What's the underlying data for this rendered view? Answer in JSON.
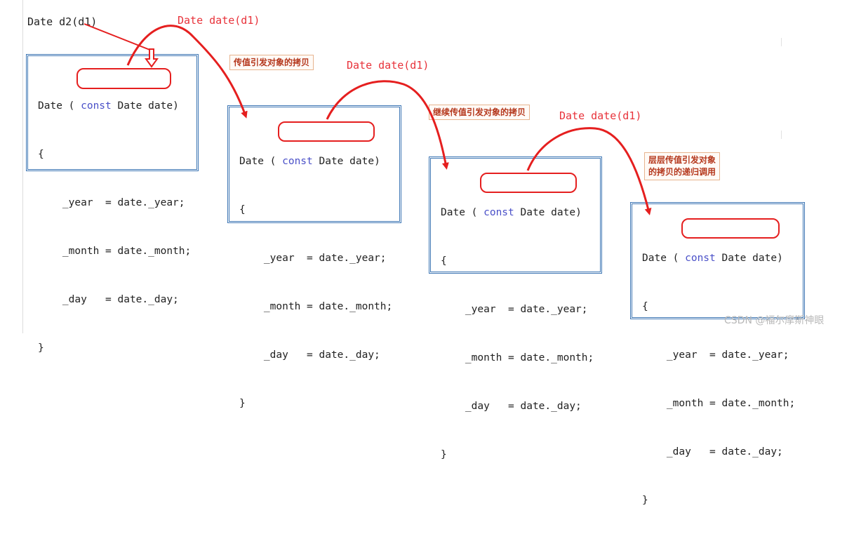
{
  "top_call": "Date d2(d1)",
  "calls": [
    "Date date(d1)",
    "Date date(d1)",
    "Date date(d1)"
  ],
  "notes": [
    "传值引发对象的拷贝",
    "继续传值引发对象的拷贝",
    "层层传值引发对象",
    "的拷贝的递归调用"
  ],
  "constructor": {
    "head_prefix": "Date ( ",
    "keyword": "const",
    "param": " Date date",
    "head_suffix": ")",
    "open_brace": "{",
    "line1": "    _year  = date._year;",
    "line2": "    _month = date._month;",
    "line3": "    _day   = date._day;",
    "close_brace": "}"
  },
  "watermark": "CSDN @福尔摩斯神眼",
  "colors": {
    "arrow": "#e51f1f",
    "box_border": "#3d76b4",
    "keyword": "#4a50c8",
    "label": "#e8323a"
  }
}
